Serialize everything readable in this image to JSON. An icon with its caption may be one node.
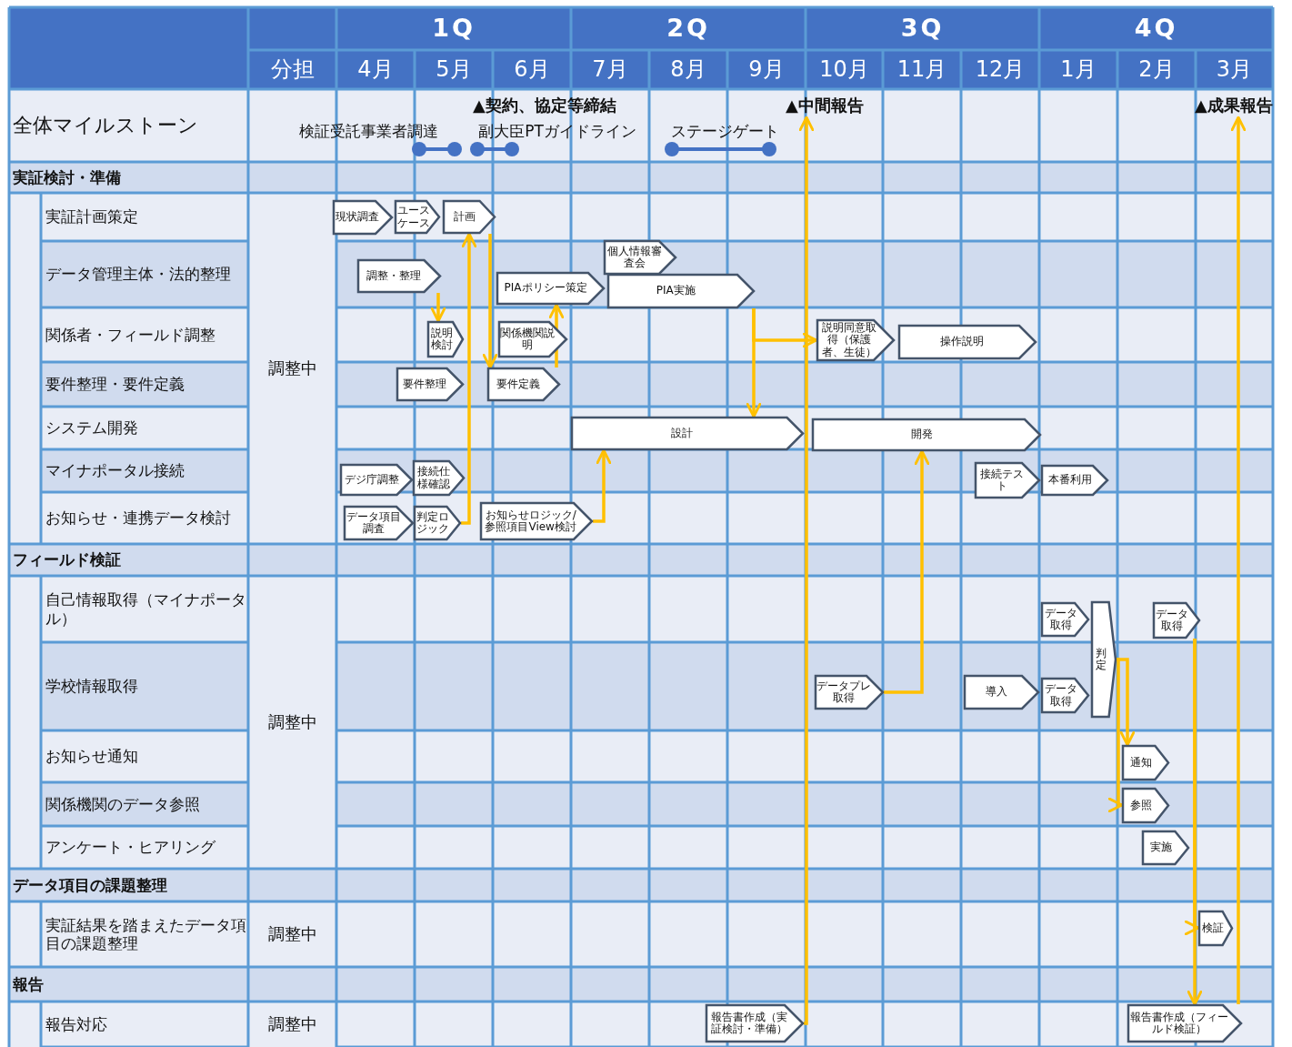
{
  "diagram": {
    "nodes": [
      {
        "text": [
          "▲契約、協定等締結"
        ]
      },
      {
        "text": [
          "▲中間報告"
        ]
      },
      {
        "text": [
          "▲成果報告"
        ]
      },
      {
        "text": [
          "現状調査"
        ]
      },
      {
        "text": [
          "ユースケース"
        ]
      },
      {
        "text": [
          "計画"
        ]
      },
      {
        "text": [
          "個人情報審査会"
        ]
      },
      {
        "text": [
          "調整・整理"
        ]
      },
      {
        "text": [
          "PIAポリシー策定"
        ]
      },
      {
        "text": [
          "PIA実施"
        ]
      },
      {
        "text": [
          "説明検討"
        ]
      },
      {
        "text": [
          "関係機関説明"
        ]
      },
      {
        "text": [
          "説明同意取得（保護者、生徒）"
        ]
      },
      {
        "text": [
          "操作説明"
        ]
      },
      {
        "text": [
          "要件整理"
        ]
      },
      {
        "text": [
          "要件定義"
        ]
      },
      {
        "text": [
          "設計"
        ]
      },
      {
        "text": [
          "開発"
        ]
      },
      {
        "text": [
          "デジ庁調整"
        ]
      },
      {
        "text": [
          "接続仕様確認"
        ]
      },
      {
        "text": [
          "接続テスト"
        ]
      },
      {
        "text": [
          "本番利用"
        ]
      },
      {
        "text": [
          "データ項目調査"
        ]
      },
      {
        "text": [
          "判定ロジック"
        ]
      },
      {
        "text": [
          "お知らせロジック/参照項目View検討"
        ]
      },
      {
        "text": [
          "データ取得"
        ]
      },
      {
        "text": [
          "判定"
        ]
      },
      {
        "text": [
          "データ取得"
        ]
      },
      {
        "text": [
          "データプレ取得"
        ]
      },
      {
        "text": [
          "導入"
        ]
      },
      {
        "text": [
          "データ取得"
        ]
      },
      {
        "text": [
          "通知"
        ]
      },
      {
        "text": [
          "参照"
        ]
      },
      {
        "text": [
          "実施"
        ]
      },
      {
        "text": [
          "検証"
        ]
      },
      {
        "text": [
          "報告書作成（実証検討・準備）"
        ]
      },
      {
        "text": [
          "報告書作成（フィールド検証）"
        ]
      }
    ],
    "edges": [
      {
        "from": 35,
        "to": 1,
        "arrow": "to"
      },
      {
        "from": 36,
        "to": 2,
        "arrow": "to"
      },
      {
        "from": 23,
        "to": 5,
        "arrow": "to"
      },
      {
        "from": 5,
        "to": 15,
        "arrow": "to"
      },
      {
        "from": 7,
        "to": 10,
        "arrow": "to"
      },
      {
        "from": 15,
        "to": 8,
        "arrow": "to"
      },
      {
        "from": 9,
        "to": 12,
        "arrow": "to"
      },
      {
        "from": 9,
        "to": 16,
        "arrow": "to"
      },
      {
        "from": 24,
        "to": 16,
        "arrow": "to"
      },
      {
        "from": 28,
        "to": 17,
        "arrow": "to"
      },
      {
        "from": 26,
        "to": 31,
        "arrow": "to"
      },
      {
        "from": 26,
        "to": 32,
        "arrow": "to"
      },
      {
        "from": 27,
        "to": 34,
        "arrow": "to"
      },
      {
        "from": 27,
        "to": 36,
        "arrow": "to"
      }
    ],
    "labels": [
      "1Q",
      "2Q",
      "3Q",
      "4Q",
      "分担",
      "4月",
      "5月",
      "6月",
      "7月",
      "8月",
      "9月",
      "10月",
      "11月",
      "12月",
      "1月",
      "2月",
      "3月",
      "全体マイルストーン",
      "検証受託事業者調達",
      "副大臣PTガイドライン",
      "ステージゲート",
      "実証検討・準備",
      "実証計画策定",
      "データ管理主体・法的整理",
      "関係者・フィールド調整",
      "要件整理・要件定義",
      "システム開発",
      "マイナポータル接続",
      "お知らせ・連携データ検討",
      "調整中",
      "フィールド検証",
      "自己情報取得（マイナポータル）",
      "学校情報取得",
      "お知らせ通知",
      "関係機関のデータ参照",
      "アンケート・ヒアリング",
      "調整中",
      "データ項目の課題整理",
      "実証結果を踏まえたデータ項目の課題整理",
      "調整中",
      "報告",
      "報告対応",
      "調整中"
    ]
  }
}
